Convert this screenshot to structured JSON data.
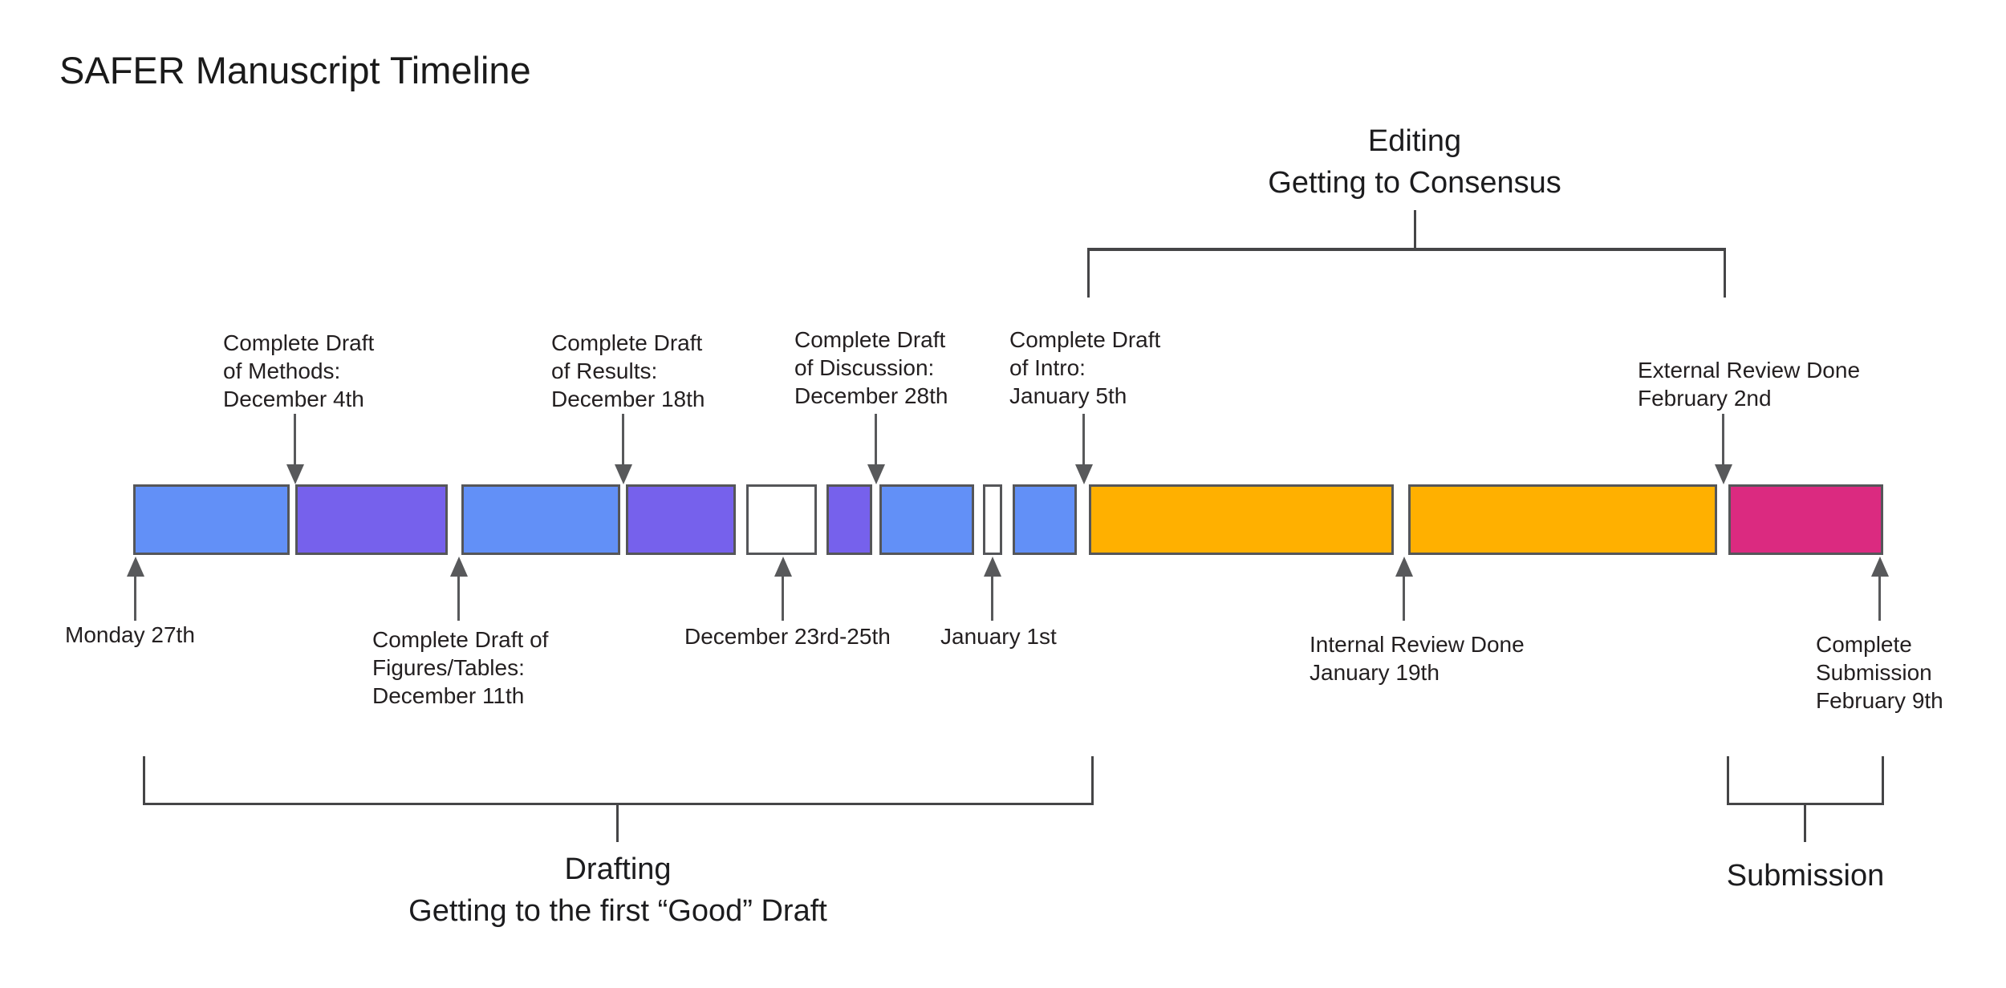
{
  "title": "SAFER Manuscript Timeline",
  "phases": {
    "editing": {
      "label": "Editing\nGetting to Consensus"
    },
    "drafting": {
      "label": "Drafting\nGetting to the first “Good” Draft"
    },
    "submission": {
      "label": "Submission"
    }
  },
  "annotations_above": [
    {
      "label": "Complete Draft\nof Methods:\nDecember 4th"
    },
    {
      "label": "Complete Draft\nof Results:\nDecember 18th"
    },
    {
      "label": "Complete Draft\nof Discussion:\nDecember 28th"
    },
    {
      "label": "Complete Draft\nof Intro:\nJanuary 5th"
    },
    {
      "label": "External Review Done\nFebruary 2nd"
    }
  ],
  "annotations_below": [
    {
      "label": "Monday 27th"
    },
    {
      "label": "Complete Draft of\nFigures/Tables:\nDecember 11th"
    },
    {
      "label": "December 23rd-25th"
    },
    {
      "label": "January 1st"
    },
    {
      "label": "Internal Review Done\nJanuary 19th"
    },
    {
      "label": "Complete\nSubmission\nFebruary 9th"
    }
  ],
  "segments": [
    {
      "color": "#6290F7"
    },
    {
      "color": "#7661EC"
    },
    {
      "color": "#6290F7"
    },
    {
      "color": "#7661EC"
    },
    {
      "color": "#FFFFFF"
    },
    {
      "color": "#7661EC"
    },
    {
      "color": "#6290F7"
    },
    {
      "color": "#FFFFFF"
    },
    {
      "color": "#6290F7"
    },
    {
      "color": "#FFB000"
    },
    {
      "color": "#FFB000"
    },
    {
      "color": "#DB2A80"
    }
  ],
  "colors": {
    "blue": "#6290F7",
    "purple": "#7661EC",
    "orange": "#FFB000",
    "magenta": "#DB2A80",
    "segment_border": "#555659",
    "arrow_gray": "#58595B",
    "bracket_gray": "#454547",
    "text": "#231F20"
  }
}
